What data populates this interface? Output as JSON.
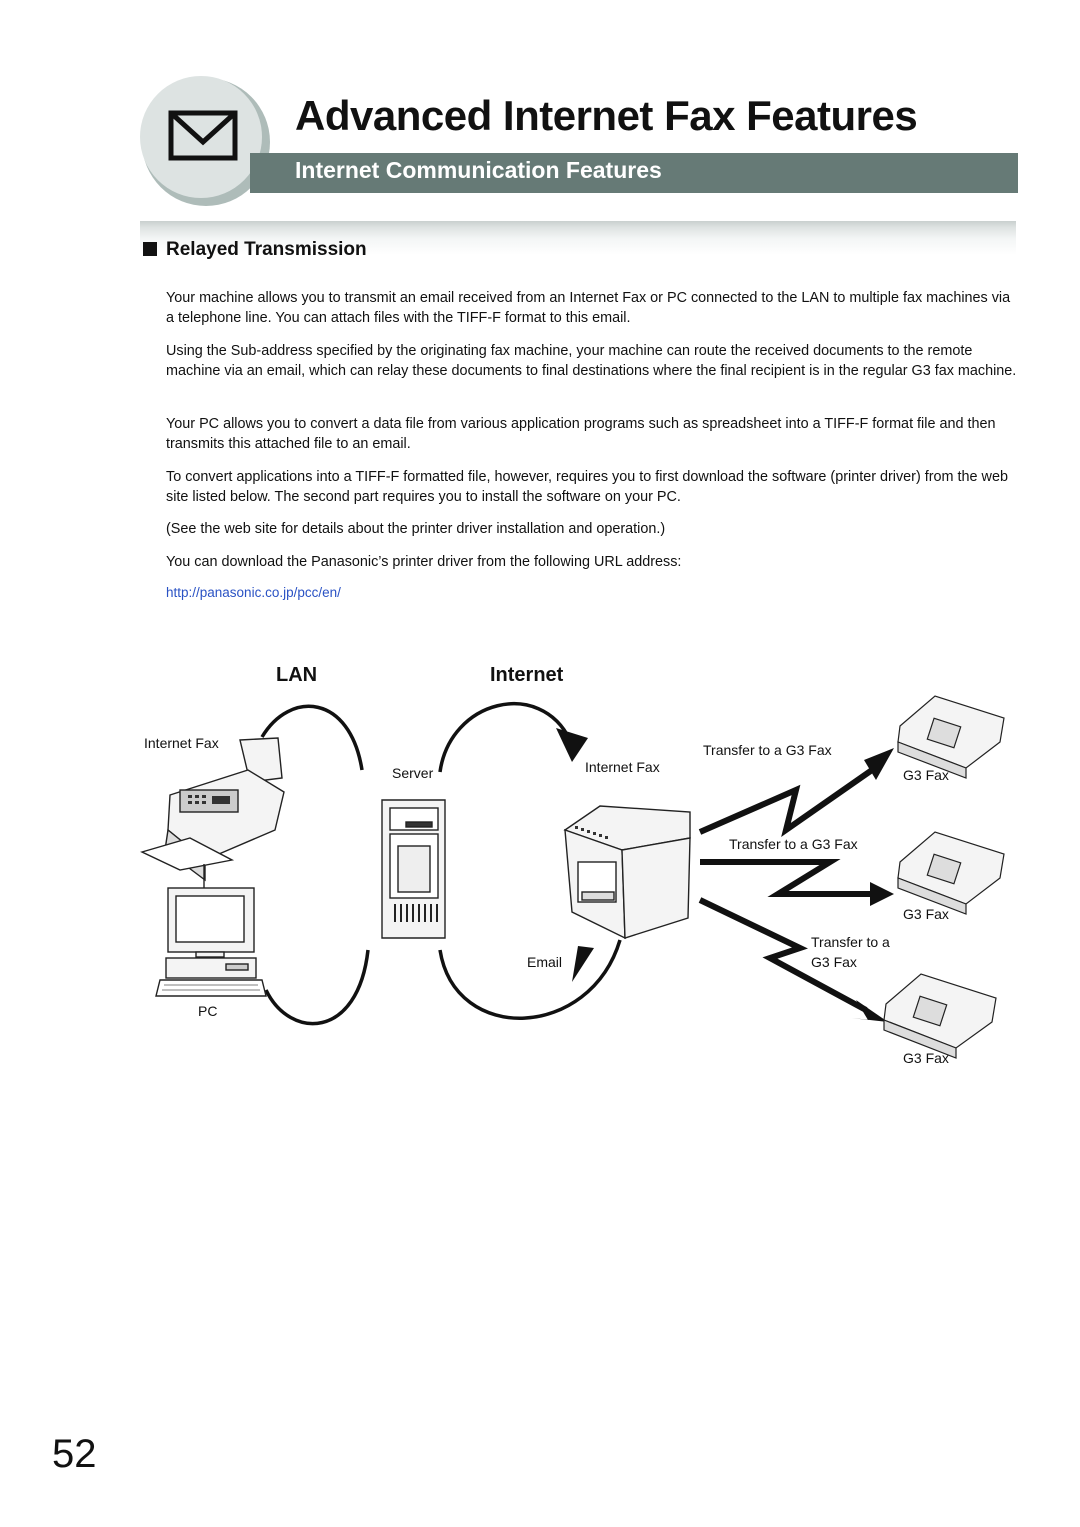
{
  "header": {
    "title": "Advanced Internet Fax Features",
    "subtitle": "Internet Communication Features",
    "icon": "envelope-icon"
  },
  "section": {
    "title": "Relayed Transmission",
    "paragraphs": [
      "Your machine allows you to transmit an email received from an Internet Fax or PC connected to the LAN to multiple fax machines via a telephone line. You can attach files with the TIFF-F format to this email.",
      "Using the Sub-address specified by the originating fax machine, your machine can route the received documents to the remote machine via an email, which can relay these documents to final destinations where the final recipient is in the regular G3 fax machine.",
      "Your PC allows you to convert a data file from various application programs such as spreadsheet into a TIFF-F format file and then transmits this attached file to an email.",
      "To convert applications into a TIFF-F formatted file, however, requires you to first download the software (printer driver) from the web site listed below. The second part requires you to install the software on your PC.",
      "(See the web site for details about the printer driver installation and operation.)",
      "You can download the Panasonic’s printer driver from the following URL address:"
    ],
    "url": "http://panasonic.co.jp/pcc/en/"
  },
  "diagram": {
    "lan_label": "LAN",
    "internet_label": "Internet",
    "internet_fax_left": "Internet Fax",
    "server": "Server",
    "internet_fax_right": "Internet Fax",
    "email": "Email",
    "pc": "PC",
    "transfer_1": "Transfer to a G3 Fax",
    "transfer_2": "Transfer to a G3 Fax",
    "transfer_3_line1": "Transfer to a",
    "transfer_3_line2": "G3 Fax",
    "g3_fax_1": "G3 Fax",
    "g3_fax_2": "G3 Fax",
    "g3_fax_3": "G3 Fax"
  },
  "page_number": "52"
}
